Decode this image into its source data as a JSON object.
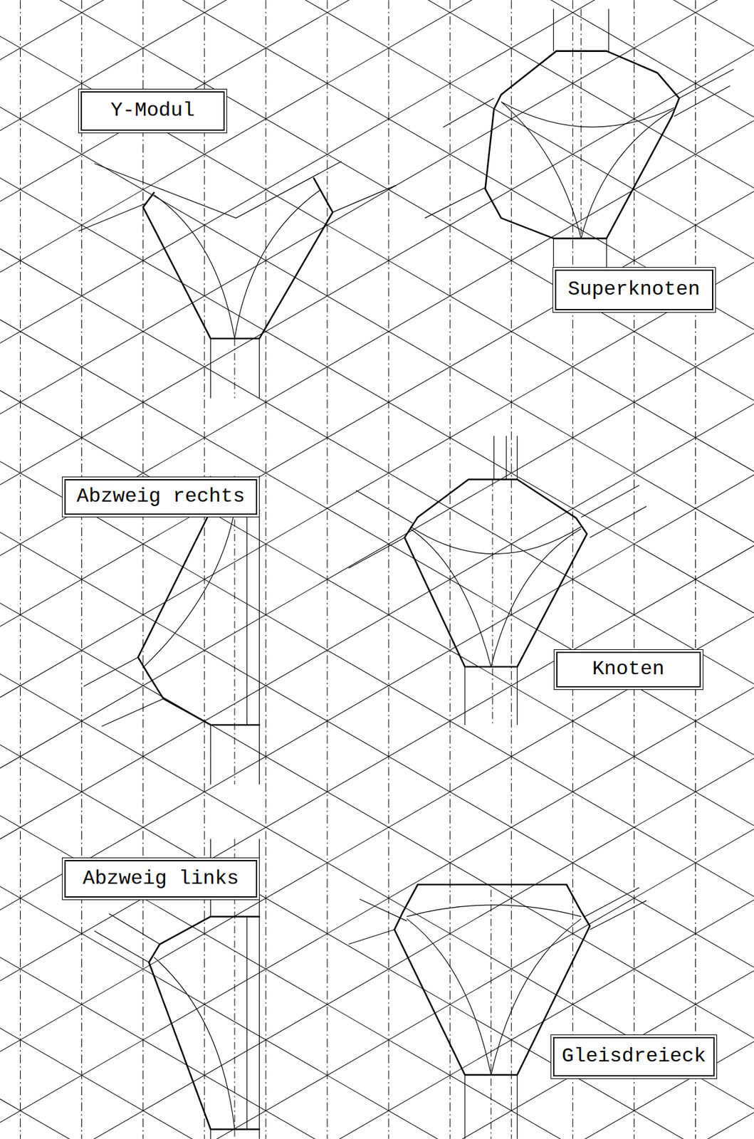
{
  "diagram": {
    "nodes": [
      {
        "text": [
          "Y-Modul"
        ]
      },
      {
        "text": [
          "Superknoten"
        ]
      },
      {
        "text": [
          "Abzweig rechts"
        ]
      },
      {
        "text": [
          "Knoten"
        ]
      },
      {
        "text": [
          "Abzweig links"
        ]
      },
      {
        "text": [
          "Gleisdreieck"
        ]
      }
    ]
  }
}
